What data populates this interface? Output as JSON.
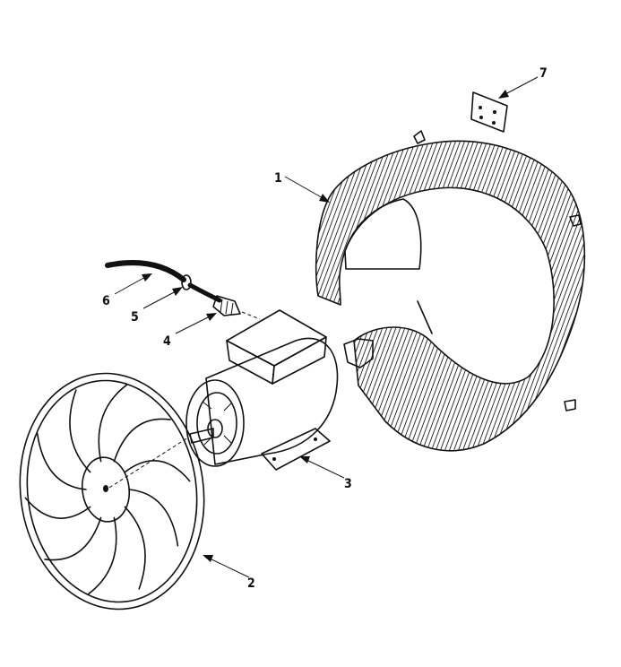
{
  "diagram": {
    "callouts": [
      {
        "id": "1",
        "label": "1"
      },
      {
        "id": "2",
        "label": "2"
      },
      {
        "id": "3",
        "label": "3"
      },
      {
        "id": "4",
        "label": "4"
      },
      {
        "id": "5",
        "label": "5"
      },
      {
        "id": "6",
        "label": "6"
      },
      {
        "id": "7",
        "label": "7"
      }
    ]
  },
  "colors": {
    "ink": "#111111",
    "background": "#ffffff"
  }
}
